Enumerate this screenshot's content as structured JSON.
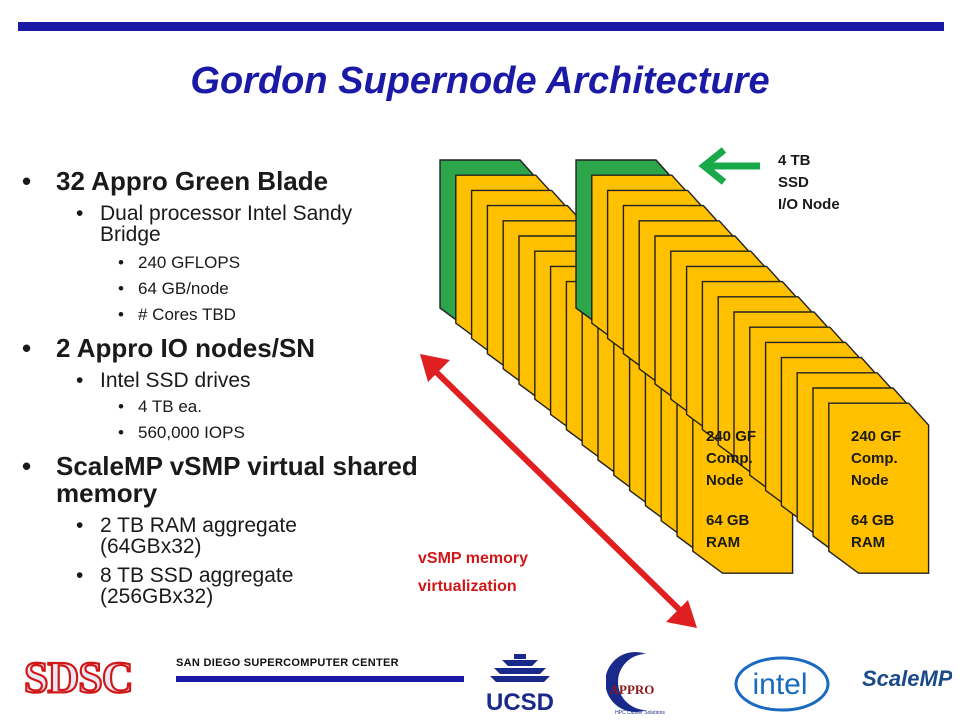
{
  "title": "Gordon Supernode Architecture",
  "bullets": [
    {
      "text": "32 Appro Green Blade",
      "sub": [
        {
          "text": "Dual processor Intel Sandy Bridge",
          "sub": [
            "240 GFLOPS",
            "64 GB/node",
            "# Cores TBD"
          ]
        }
      ]
    },
    {
      "text": "2 Appro IO nodes/SN",
      "sub": [
        {
          "text": "Intel SSD drives",
          "sub": [
            "4 TB ea.",
            "560,000 IOPS"
          ]
        }
      ]
    },
    {
      "text": "ScaleMP vSMP virtual shared memory",
      "sub": [
        {
          "text": "2 TB RAM aggregate (64GBx32)",
          "sub": []
        },
        {
          "text": "8 TB SSD aggregate (256GBx32)",
          "sub": []
        }
      ]
    }
  ],
  "io_node": {
    "line1": "4 TB",
    "line2": "SSD",
    "line3": "I/O Node"
  },
  "comp_node": {
    "line1": "240 GF",
    "line2": "Comp.",
    "line3": "Node",
    "line4": "64 GB",
    "line5": "RAM"
  },
  "vsmp": {
    "line1": "vSMP  memory",
    "line2": "virtualization"
  },
  "footer": {
    "center_name": "SAN DIEGO SUPERCOMPUTER CENTER"
  },
  "logos": {
    "sdsc": "SDSC",
    "ucsd": "UCSD",
    "appro": "APPRO",
    "appro_sub": "HPC Cluster Solutions",
    "intel": "intel",
    "scalemp": "ScaleMP"
  },
  "colors": {
    "accent_blue": "#1a1aa6",
    "blade_yellow": "#ffc000",
    "io_green": "#2da54a",
    "arrow_red": "#e02020",
    "arrow_green": "#19a84a"
  }
}
